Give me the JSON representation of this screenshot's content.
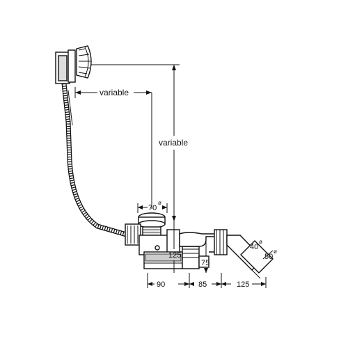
{
  "labels": {
    "variable_horizontal": "variable",
    "variable_vertical": "variable",
    "dia_70": "70",
    "dia_40": "40",
    "dia_50": "50",
    "diameter_symbol": "ø",
    "dim_125_height": "125",
    "dim_75_height": "75",
    "dim_90": "90",
    "dim_85": "85",
    "dim_125_length": "125"
  }
}
